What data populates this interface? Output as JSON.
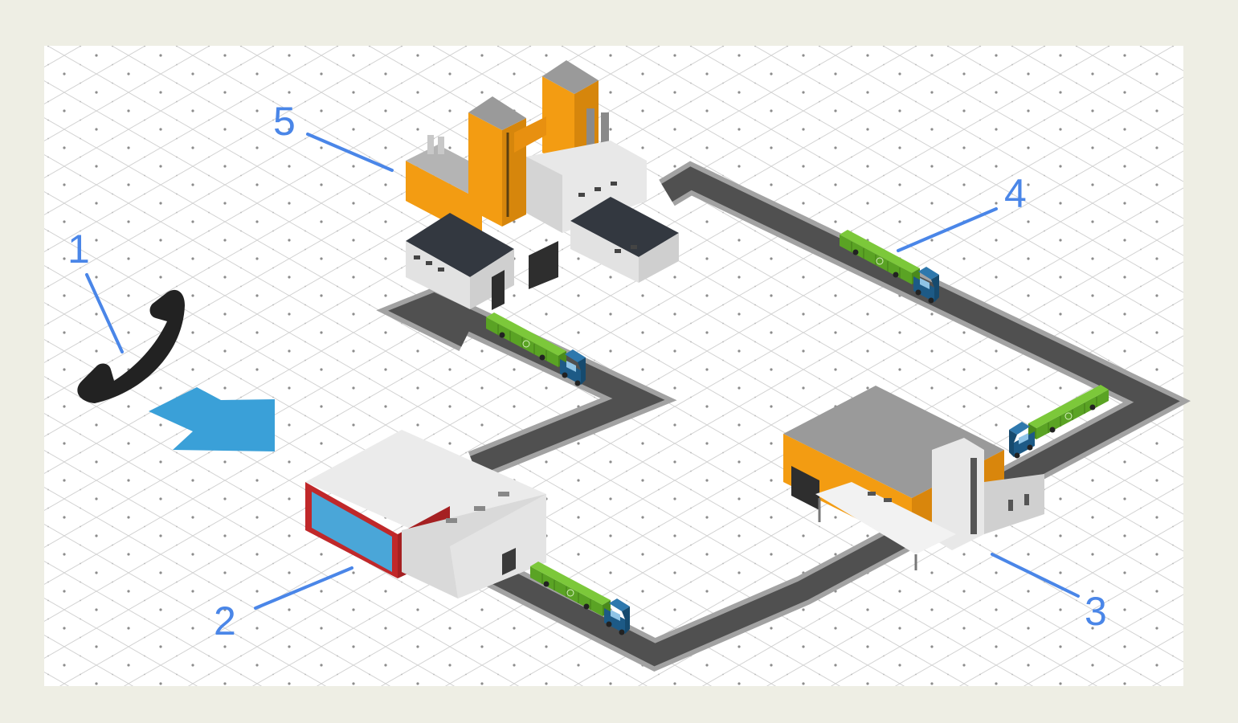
{
  "diagram": {
    "background_color": "#eeeee4",
    "canvas_color": "#ffffff",
    "grid_line_color": "#d0d0d0",
    "grid_dot_color": "#8c8c8c",
    "road_color": "#4d4d4d",
    "road_edge_color": "#9e9e9e",
    "callout_color": "#4a86e8",
    "arrow_color": "#3aa0d8",
    "callouts": [
      {
        "number": "1",
        "target": "phone-icon"
      },
      {
        "number": "2",
        "target": "store-building"
      },
      {
        "number": "3",
        "target": "warehouse-building"
      },
      {
        "number": "4",
        "target": "truck-on-road"
      },
      {
        "number": "5",
        "target": "factory-building"
      }
    ],
    "elements": {
      "phone_icon": "phone-icon",
      "arrow_icon": "arrow-right-icon",
      "trucks": [
        "truck-icon",
        "truck-icon",
        "truck-icon",
        "truck-icon"
      ],
      "buildings": [
        "factory-building",
        "store-building",
        "warehouse-building"
      ]
    },
    "colors": {
      "factory_orange": "#f39c12",
      "roof_dark": "#333840",
      "wall_light": "#e6e6e6",
      "store_red": "#c0282a",
      "store_glass": "#4aa6d8",
      "truck_cab": "#1d5a86",
      "truck_container": "#6ab42a"
    }
  }
}
